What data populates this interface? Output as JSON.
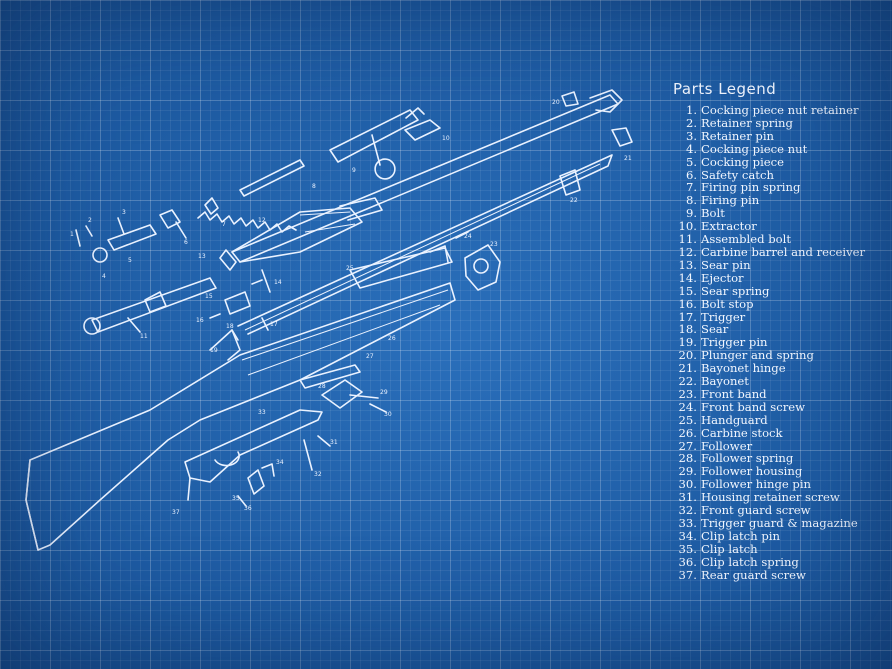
{
  "legend": {
    "title": "Parts Legend",
    "items": [
      {
        "num": "1.",
        "label": "Cocking piece nut retainer"
      },
      {
        "num": "2.",
        "label": "Retainer spring"
      },
      {
        "num": "3.",
        "label": "Retainer pin"
      },
      {
        "num": "4.",
        "label": "Cocking piece nut"
      },
      {
        "num": "5.",
        "label": "Cocking piece"
      },
      {
        "num": "6.",
        "label": "Safety catch"
      },
      {
        "num": "7.",
        "label": "Firing pin spring"
      },
      {
        "num": "8.",
        "label": "Firing pin"
      },
      {
        "num": "9.",
        "label": "Bolt"
      },
      {
        "num": "10.",
        "label": "Extractor"
      },
      {
        "num": "11.",
        "label": "Assembled bolt"
      },
      {
        "num": "12.",
        "label": "Carbine barrel and receiver"
      },
      {
        "num": "13.",
        "label": "Sear pin"
      },
      {
        "num": "14.",
        "label": "Ejector"
      },
      {
        "num": "15.",
        "label": "Sear spring"
      },
      {
        "num": "16.",
        "label": "Bolt stop"
      },
      {
        "num": "17.",
        "label": "Trigger"
      },
      {
        "num": "18.",
        "label": "Sear"
      },
      {
        "num": "19.",
        "label": "Trigger pin"
      },
      {
        "num": "20.",
        "label": "Plunger and spring"
      },
      {
        "num": "21.",
        "label": "Bayonet hinge"
      },
      {
        "num": "22.",
        "label": "Bayonet"
      },
      {
        "num": "23.",
        "label": "Front band"
      },
      {
        "num": "24.",
        "label": "Front band screw"
      },
      {
        "num": "25.",
        "label": "Handguard"
      },
      {
        "num": "26.",
        "label": "Carbine stock"
      },
      {
        "num": "27.",
        "label": "Follower"
      },
      {
        "num": "28.",
        "label": "Follower spring"
      },
      {
        "num": "29.",
        "label": "Follower housing"
      },
      {
        "num": "30.",
        "label": "Follower hinge pin"
      },
      {
        "num": "31.",
        "label": "Housing retainer screw"
      },
      {
        "num": "32.",
        "label": "Front guard screw"
      },
      {
        "num": "33.",
        "label": "Trigger guard & magazine"
      },
      {
        "num": "34.",
        "label": "Clip latch pin"
      },
      {
        "num": "35.",
        "label": "Clip latch"
      },
      {
        "num": "36.",
        "label": "Clip latch spring"
      },
      {
        "num": "37.",
        "label": "Rear guard screw"
      }
    ]
  },
  "diagram": {
    "callouts": [
      "1",
      "2",
      "3",
      "4",
      "5",
      "6",
      "7",
      "8",
      "9",
      "10",
      "11",
      "12",
      "13",
      "14",
      "15",
      "16",
      "17",
      "18",
      "19",
      "20",
      "21",
      "22",
      "23",
      "24",
      "25",
      "26",
      "27",
      "28",
      "29",
      "30",
      "31",
      "32",
      "33",
      "34",
      "35",
      "36",
      "37"
    ]
  },
  "colors": {
    "background": "#1f5fa8",
    "line": "#eaf2ff",
    "text": "#f2f7ff"
  }
}
